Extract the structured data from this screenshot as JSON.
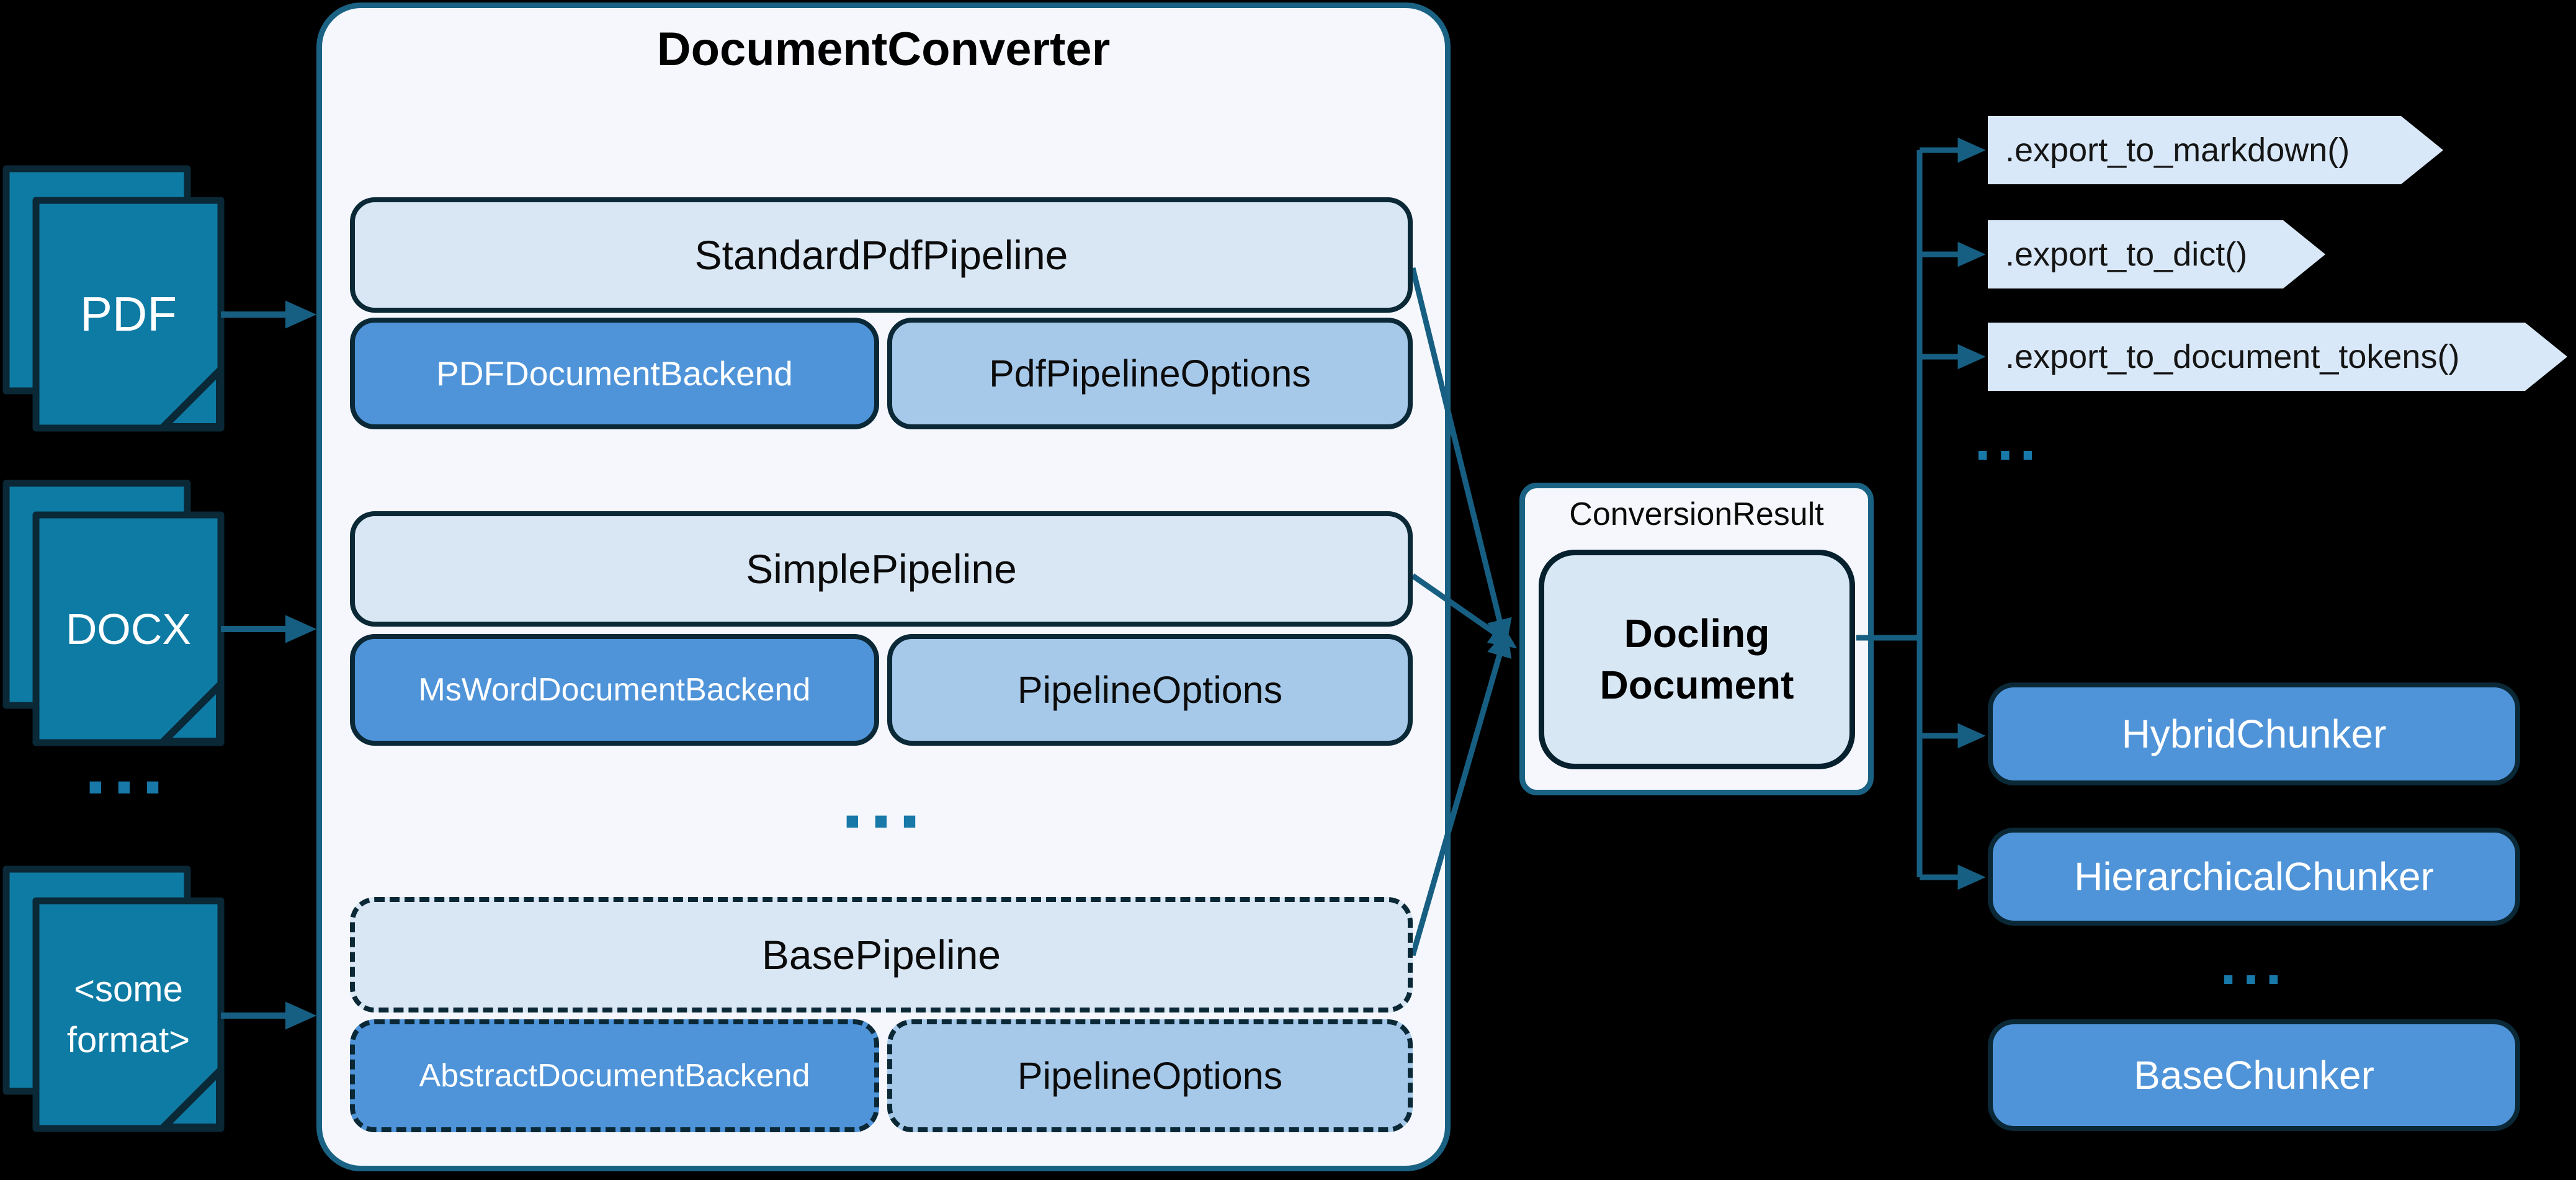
{
  "colors": {
    "background": "#000000",
    "line-teal": "#175F82",
    "dot-teal": "#1878A8",
    "icon-fill": "#0E7BA4",
    "dark-border": "#0A2836",
    "converter-fill": "#F5F7FC",
    "converter-border": "#1A6284",
    "pipeline-fill": "#D9E6F4",
    "backend-fill": "#4F94D9",
    "options-fill": "#A6C9EA",
    "tag-fill": "#D9E8F8",
    "result-inner-fill": "#D8E7F4"
  },
  "inputs": [
    {
      "label": "PDF"
    },
    {
      "label": "DOCX"
    },
    {
      "line1": "<some",
      "line2": "format>"
    }
  ],
  "inputs_ellipsis": "...",
  "converter": {
    "title": "DocumentConverter",
    "ellipsis": "...",
    "pipelines": [
      {
        "name": "StandardPdfPipeline",
        "backend": "PDFDocumentBackend",
        "options": "PdfPipelineOptions"
      },
      {
        "name": "SimplePipeline",
        "backend": "MsWordDocumentBackend",
        "options": "PipelineOptions"
      },
      {
        "name": "BasePipeline",
        "backend": "AbstractDocumentBackend",
        "options": "PipelineOptions"
      }
    ]
  },
  "result": {
    "label": "ConversionResult",
    "doc_line1": "Docling",
    "doc_line2": "Document"
  },
  "exports": {
    "methods": [
      ".export_to_markdown()",
      ".export_to_dict()",
      ".export_to_document_tokens()"
    ],
    "ellipsis": "..."
  },
  "chunkers": {
    "items": [
      "HybridChunker",
      "HierarchicalChunker"
    ],
    "ellipsis": "...",
    "base": "BaseChunker"
  }
}
